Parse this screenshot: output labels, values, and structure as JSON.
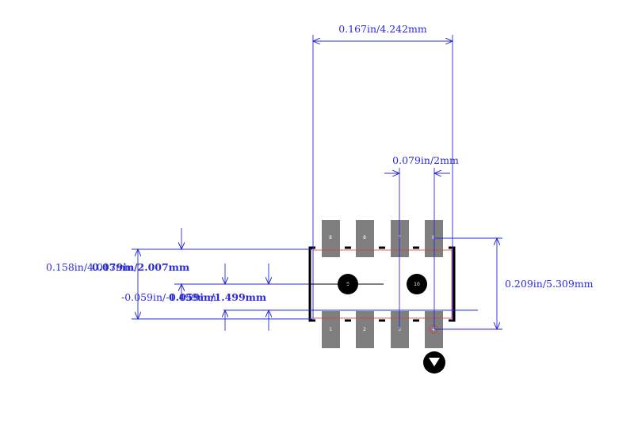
{
  "dimensions": {
    "total_width": "0.167in/4.242mm",
    "pitch": "0.079in/2mm",
    "total_height": "0.209in/5.309mm",
    "left_a": "0.158in/4.013mm",
    "left_b": "0.079in/2.007mm",
    "left_c": "-0.059in/-1.499mm",
    "left_d": "0.059in/1.499mm"
  },
  "pads": {
    "top": [
      "8",
      "8",
      "7",
      "6"
    ],
    "bottom": [
      "1",
      "2",
      "3",
      "4"
    ]
  },
  "holes": [
    "9",
    "10"
  ],
  "colors": {
    "dimension": "#2b2bd6",
    "pad": "#7f7f7f",
    "outline": "#000000",
    "courtyard": "#e03c3c"
  }
}
